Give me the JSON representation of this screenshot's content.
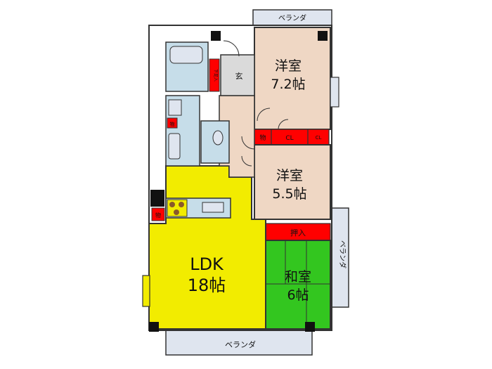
{
  "colors": {
    "yellow": "#f2ec00",
    "tan": "#efd7c4",
    "green": "#33c61f",
    "blue": "#c6dde9",
    "balcony": "#dfe5ef",
    "red": "#ff0000",
    "gray": "#dadada",
    "black": "#111111"
  },
  "rooms": {
    "ldk": {
      "name": "LDK",
      "size": "18帖"
    },
    "western1": {
      "name": "洋室",
      "size": "7.2帖"
    },
    "western2": {
      "name": "洋室",
      "size": "5.5帖"
    },
    "japanese": {
      "name": "和室",
      "size": "6帖"
    },
    "entrance": "玄"
  },
  "storage": {
    "mono1": "物",
    "mono2": "物",
    "mono3": "物",
    "cl1": "CL",
    "cl2": "CL",
    "oshiire": "押入",
    "shitabako": "下足入"
  },
  "balconies": {
    "top": "ベランダ",
    "right": "ベランダ",
    "bottom": "ベランダ"
  }
}
